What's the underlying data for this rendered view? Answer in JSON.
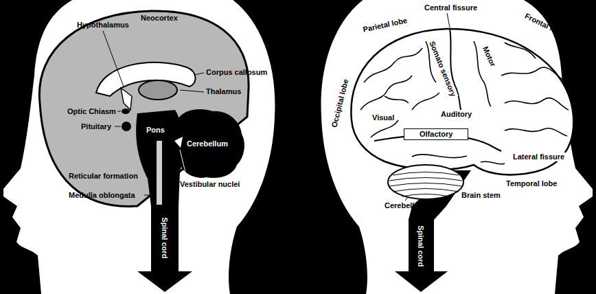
{
  "diagram": {
    "labels": [
      "Neocortex",
      "Hypothalamus",
      "Corpus callosum",
      "Thalamus",
      "Optic Chiasm",
      "Pituitary",
      "Pons",
      "Cerebellum",
      "Reticular formation",
      "Vestibular nuclei",
      "Medulla oblongata",
      "Spinal cord",
      "Parietal lobe",
      "Central fissure",
      "Frontal lobe",
      "Somato sensory",
      "Motor",
      "Occipital lobe",
      "Visual",
      "Auditory",
      "Olfactory",
      "Lateral fissure",
      "Temporal lobe",
      "Cerebellum",
      "Brain stem",
      "Spinal cord"
    ]
  }
}
